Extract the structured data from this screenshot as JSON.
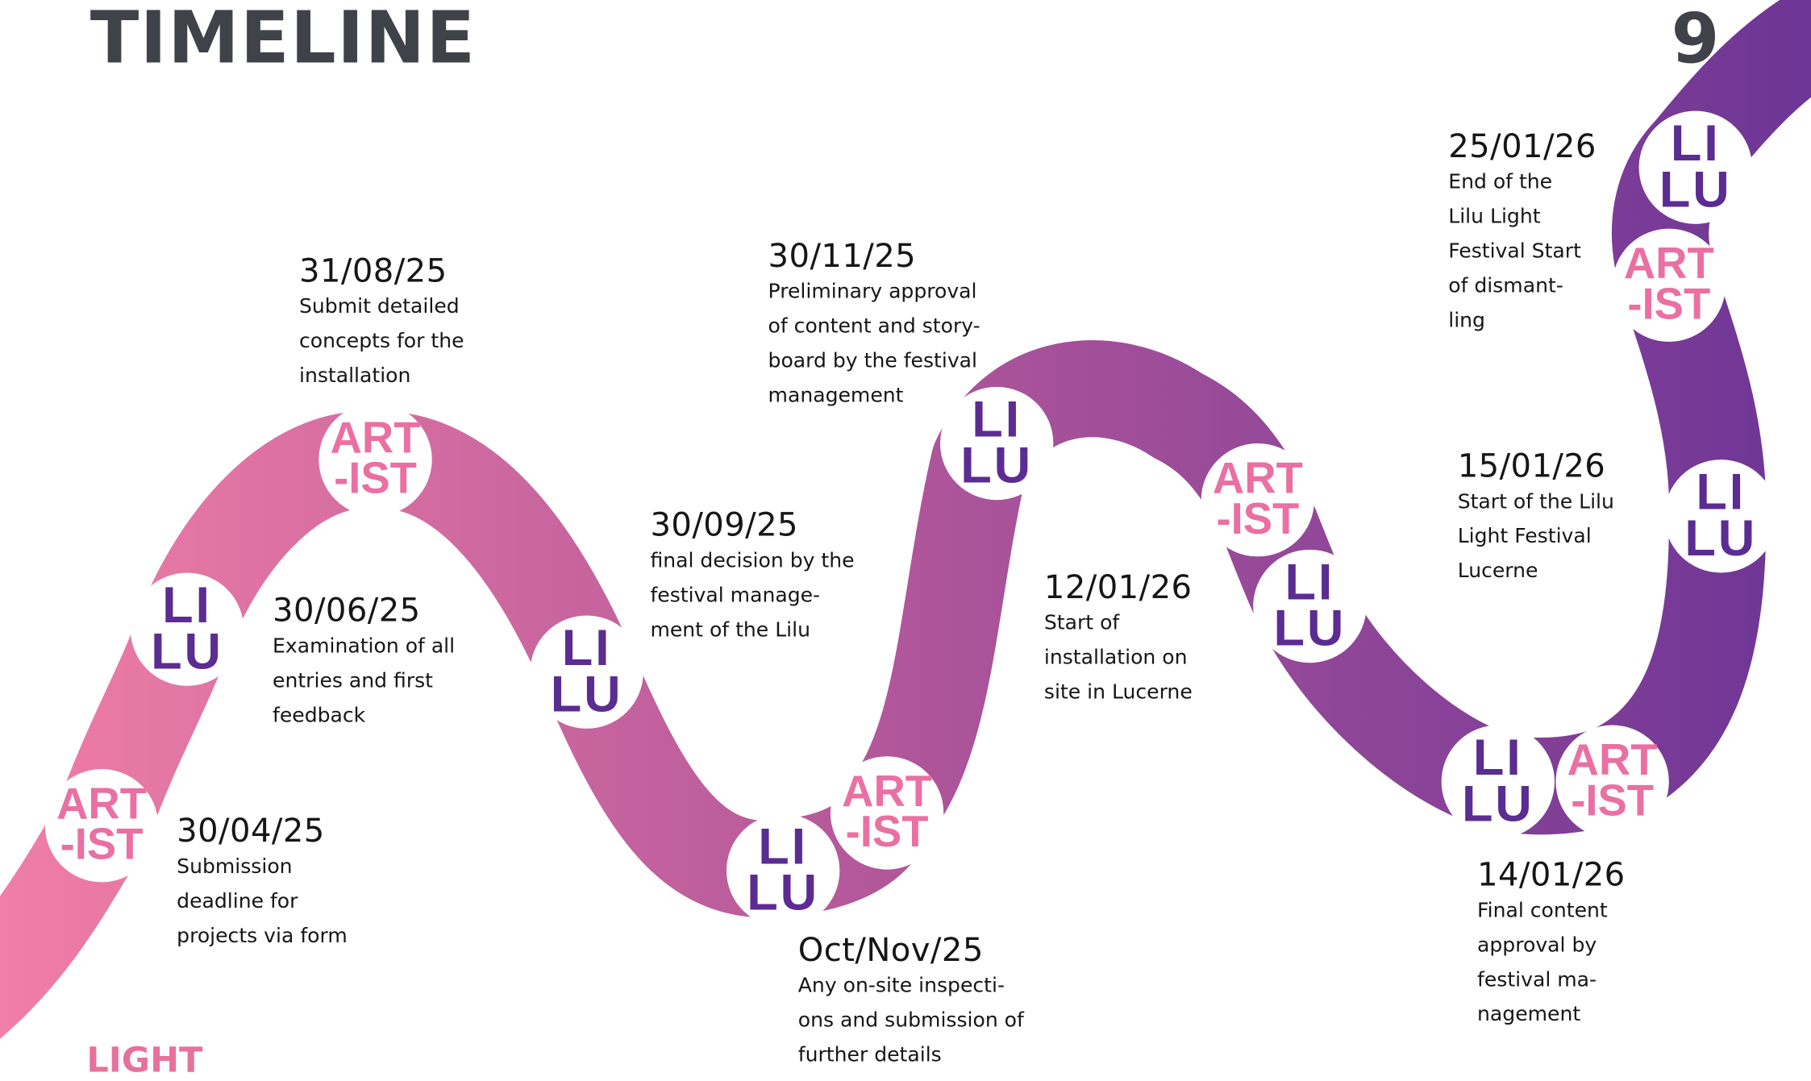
{
  "page": {
    "title": "TIMELINE",
    "page_number": "9",
    "footer_word": "LIGHT"
  },
  "colors": {
    "ribbon_start": "#f07ea6",
    "ribbon_mid": "#b0569a",
    "ribbon_end": "#6d3596",
    "lilu_text": "#5b2c91",
    "artist_text": "#ea6fa2",
    "heading": "#3f4249"
  },
  "milestones": [
    {
      "date": "30/04/25",
      "lines": [
        "Submission",
        "deadline for",
        "projects via form"
      ]
    },
    {
      "date": "30/06/25",
      "lines": [
        "Examination of all",
        "entries and first",
        "feedback"
      ]
    },
    {
      "date": "31/08/25",
      "lines": [
        "Submit detailed",
        "concepts for the",
        "installation"
      ]
    },
    {
      "date": "30/09/25",
      "lines": [
        "final decision by the",
        "festival manage-",
        "ment of the Lilu"
      ]
    },
    {
      "date": "Oct/Nov/25",
      "lines": [
        "Any on-site inspecti-",
        "ons and submission of",
        "further details"
      ]
    },
    {
      "date": "30/11/25",
      "lines": [
        "Preliminary approval",
        "of content and story-",
        "board by the festival",
        "management"
      ]
    },
    {
      "date": "12/01/26",
      "lines": [
        "Start of",
        "installation on",
        "site in Lucerne"
      ]
    },
    {
      "date": "14/01/26",
      "lines": [
        "Final content",
        "approval by",
        "festival ma-",
        "nagement"
      ]
    },
    {
      "date": "15/01/26",
      "lines": [
        "Start of the Lilu",
        "Light Festival",
        "Lucerne"
      ]
    },
    {
      "date": "25/01/26",
      "lines": [
        "End of the",
        "Lilu Light",
        "Festival Start",
        "of dismant-",
        "ling"
      ]
    }
  ],
  "badges": {
    "lilu": [
      "LI",
      "LU"
    ],
    "artist": [
      "ART",
      "-IST"
    ]
  }
}
